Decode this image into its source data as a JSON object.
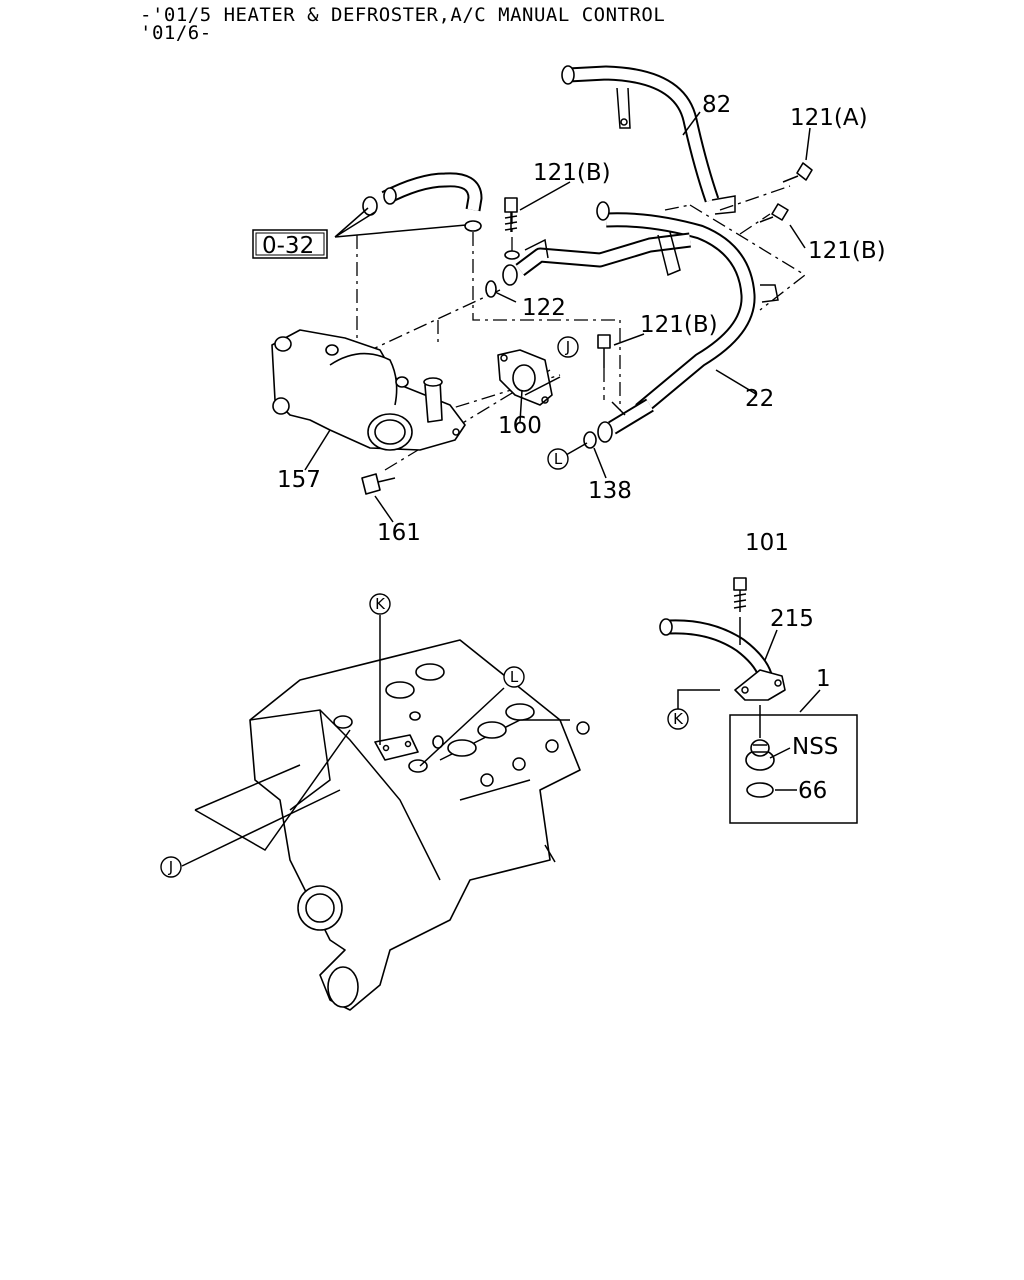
{
  "header": {
    "line1": "-'01/5 HEATER & DEFROSTER,A/C MANUAL CONTROL",
    "line2": "'01/6-"
  },
  "ref_box": "0-32",
  "callouts": {
    "p82": "82",
    "p121a": "121(A)",
    "p121b_1": "121(B)",
    "p121b_2": "121(B)",
    "p121b_3": "121(B)",
    "p122": "122",
    "p160": "160",
    "p22": "22",
    "p157": "157",
    "p138": "138",
    "p161": "161",
    "p101": "101",
    "p215": "215",
    "p1": "1",
    "nss": "NSS",
    "p66": "66"
  },
  "markers": {
    "J": "J",
    "K": "K",
    "L": "L"
  }
}
